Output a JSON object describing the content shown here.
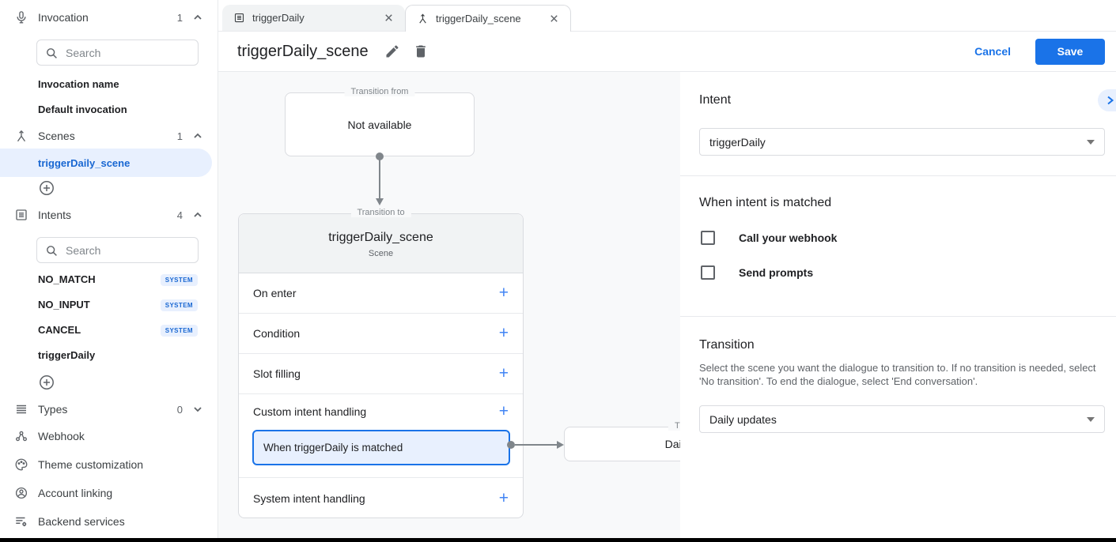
{
  "colors": {
    "accent": "#1a73e8",
    "selected_bg": "#e8f0fe",
    "selected_text": "#1967d2",
    "canvas_bg": "#f8f9fa",
    "badge_bg": "#e8f0fe",
    "badge_text": "#1967d2"
  },
  "icons": {
    "invocation": "microphone-icon",
    "scenes": "scene-split-icon",
    "intents": "intent-list-icon",
    "types": "list-icon",
    "webhook": "webhook-icon",
    "theme": "palette-icon",
    "account": "account-circle-icon",
    "backend": "backend-services-icon",
    "search": "search-icon",
    "add": "add-circle-icon",
    "edit": "pencil-icon",
    "delete": "trash-icon",
    "close": "close-icon",
    "collapse": "chevron-right-icon",
    "dropdown": "caret-down-icon"
  },
  "sidebar": {
    "invocation": {
      "label": "Invocation",
      "count": "1",
      "search_placeholder": "Search",
      "items": [
        {
          "label": "Invocation name"
        },
        {
          "label": "Default invocation"
        }
      ]
    },
    "scenes": {
      "label": "Scenes",
      "count": "1",
      "selected_item": "triggerDaily_scene"
    },
    "intents": {
      "label": "Intents",
      "count": "4",
      "search_placeholder": "Search",
      "items": [
        {
          "label": "NO_MATCH",
          "badge": "SYSTEM"
        },
        {
          "label": "NO_INPUT",
          "badge": "SYSTEM"
        },
        {
          "label": "CANCEL",
          "badge": "SYSTEM"
        },
        {
          "label": "triggerDaily",
          "badge": ""
        }
      ]
    },
    "types": {
      "label": "Types",
      "count": "0"
    },
    "links": [
      {
        "label": "Webhook"
      },
      {
        "label": "Theme customization"
      },
      {
        "label": "Account linking"
      },
      {
        "label": "Backend services"
      }
    ]
  },
  "tabs": [
    {
      "label": "triggerDaily"
    },
    {
      "label": "triggerDaily_scene"
    }
  ],
  "header": {
    "title": "triggerDaily_scene",
    "cancel_label": "Cancel",
    "save_label": "Save"
  },
  "canvas": {
    "transition_from": {
      "legend": "Transition from",
      "content": "Not available"
    },
    "scene_card": {
      "legend": "Transition to",
      "title": "triggerDaily_scene",
      "subtitle": "Scene",
      "rows": [
        {
          "label": "On enter"
        },
        {
          "label": "Condition"
        },
        {
          "label": "Slot filling"
        }
      ],
      "custom_intent": {
        "label": "Custom intent handling",
        "child": "When triggerDaily is matched"
      },
      "system_row": {
        "label": "System intent handling"
      }
    },
    "target_box": {
      "legend": "Transition to",
      "content": "Daily updates"
    }
  },
  "panel": {
    "intent": {
      "heading": "Intent",
      "value": "triggerDaily"
    },
    "matched": {
      "heading": "When intent is matched",
      "checkboxes": [
        {
          "label": "Call your webhook",
          "checked": false
        },
        {
          "label": "Send prompts",
          "checked": false
        }
      ]
    },
    "transition": {
      "heading": "Transition",
      "description": "Select the scene you want the dialogue to transition to. If no transition is needed, select 'No transition'. To end the dialogue, select 'End conversation'.",
      "value": "Daily updates"
    }
  }
}
